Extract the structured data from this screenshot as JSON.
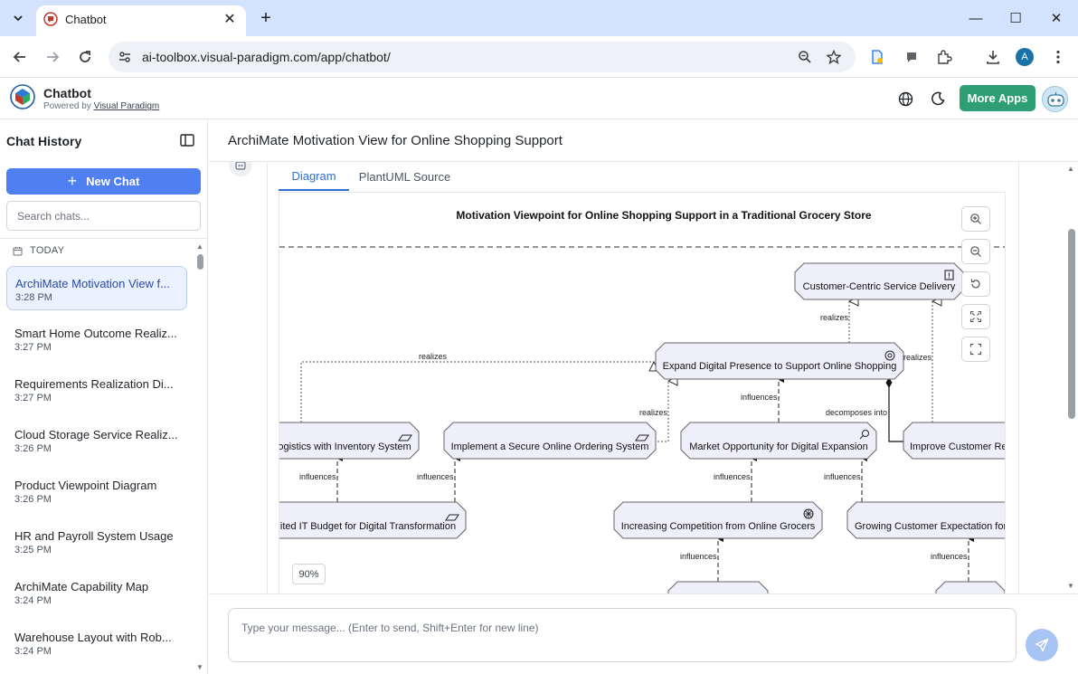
{
  "browser": {
    "tab_title": "Chatbot",
    "tab_close": "✕",
    "new_tab": "+",
    "url": "ai-toolbox.visual-paradigm.com/app/chatbot/",
    "profile_initial": "A",
    "window_minimize": "—",
    "window_maximize": "☐",
    "window_close": "✕"
  },
  "app": {
    "name": "Chatbot",
    "powered_by_prefix": "Powered by ",
    "powered_by_link": "Visual Paradigm",
    "more_apps_label": "More Apps"
  },
  "sidebar": {
    "title": "Chat History",
    "new_chat_icon": "+",
    "new_chat_label": "New Chat",
    "search_placeholder": "Search chats...",
    "group_label": "TODAY",
    "items": [
      {
        "title": "ArchiMate Motivation View f...",
        "time": "3:28 PM"
      },
      {
        "title": "Smart Home Outcome Realiz...",
        "time": "3:27 PM"
      },
      {
        "title": "Requirements Realization Di...",
        "time": "3:27 PM"
      },
      {
        "title": "Cloud Storage Service Realiz...",
        "time": "3:26 PM"
      },
      {
        "title": "Product Viewpoint Diagram",
        "time": "3:26 PM"
      },
      {
        "title": "HR and Payroll System Usage",
        "time": "3:25 PM"
      },
      {
        "title": "ArchiMate Capability Map",
        "time": "3:24 PM"
      },
      {
        "title": "Warehouse Layout with Rob...",
        "time": "3:24 PM"
      }
    ]
  },
  "main": {
    "title": "ArchiMate Motivation View for Online Shopping Support",
    "tabs": {
      "diagram": "Diagram",
      "source": "PlantUML Source"
    },
    "zoom_percent": "90%"
  },
  "diagram": {
    "title": "Motivation Viewpoint for Online Shopping Support in a Traditional Grocery Store",
    "nodes": {
      "goal": "Customer-Centric Service Delivery",
      "outcome": "Expand Digital Presence to Support Online Shopping",
      "logistics": "ogistics with Inventory System",
      "ordering": "Implement a Secure Online Ordering System",
      "market": "Market Opportunity for Digital Expansion",
      "improve": "Improve Customer Re",
      "budget": "ited IT Budget for Digital Transformation",
      "competition": "Increasing Competition from Online Grocers",
      "growing": "Growing Customer Expectation for"
    },
    "labels": {
      "realizes_top": "realizes",
      "realizes_right": "realizes",
      "realizes_left": "realizes",
      "realizes_mid": "realizes",
      "influences_market": "influences",
      "decomposes_into": "decomposes into",
      "influences_logistics": "influences",
      "influences_ordering": "influences",
      "influences_market_low": "influences",
      "influences_improve": "influences",
      "influences_comp": "influences",
      "influences_grow": "influences"
    }
  },
  "composer": {
    "placeholder": "Type your message... (Enter to send, Shift+Enter for new line)"
  }
}
